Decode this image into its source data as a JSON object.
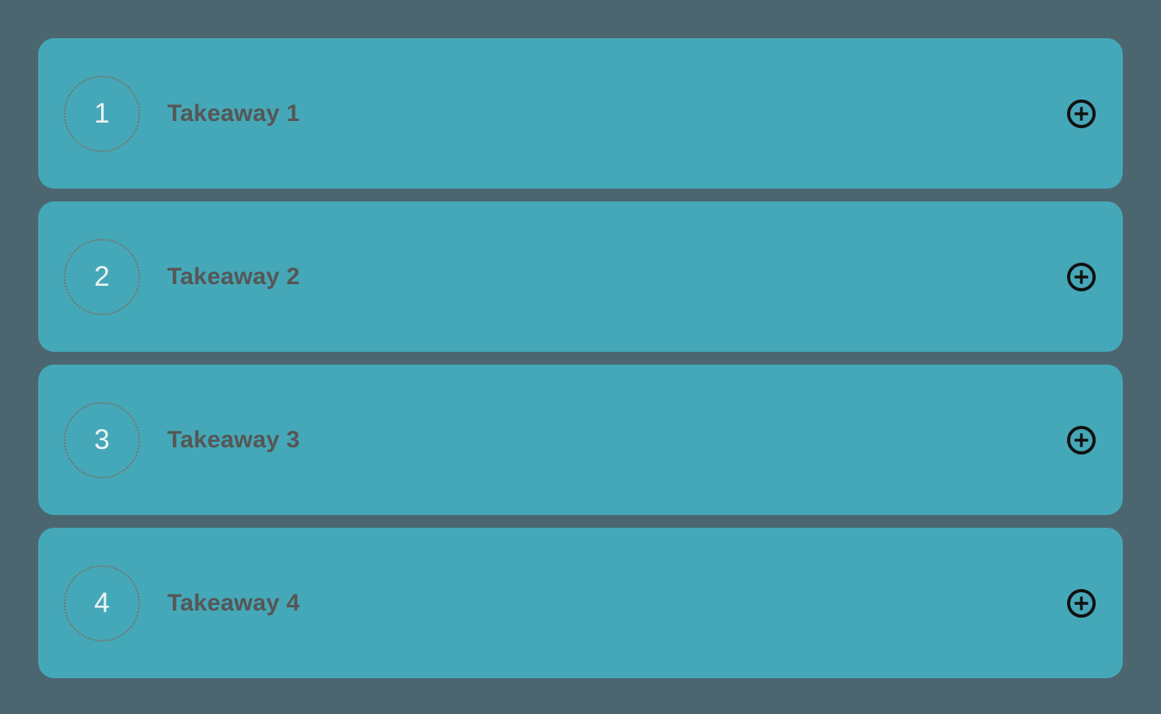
{
  "theme": {
    "background_color": "#4c6670",
    "card_color": "#45a8b8",
    "title_color": "#565656",
    "badge_number_color": "#eff3f4",
    "badge_border_color": "#7a6f63",
    "icon_color": "#111111"
  },
  "list": {
    "name": "takeaway-list",
    "items": [
      {
        "number": "1",
        "title": "Takeaway 1",
        "add_icon": "plus-circle-icon"
      },
      {
        "number": "2",
        "title": "Takeaway 2",
        "add_icon": "plus-circle-icon"
      },
      {
        "number": "3",
        "title": "Takeaway 3",
        "add_icon": "plus-circle-icon"
      },
      {
        "number": "4",
        "title": "Takeaway 4",
        "add_icon": "plus-circle-icon"
      }
    ]
  }
}
